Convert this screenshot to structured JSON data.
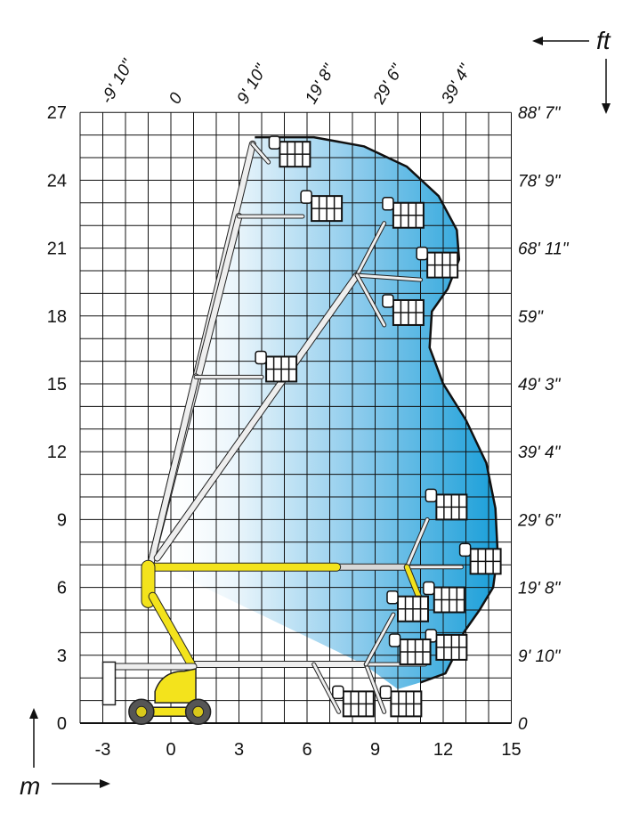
{
  "chart_data": {
    "type": "diagram",
    "title": "Working range",
    "x_unit_label": "m",
    "y_unit_label": "m",
    "ft_unit_label": "ft",
    "x_range_m": [
      -4,
      15
    ],
    "y_range_m": [
      0,
      27
    ],
    "grid": true,
    "x_ticks_m": [
      {
        "value": -3,
        "label": "-3"
      },
      {
        "value": 0,
        "label": "0"
      },
      {
        "value": 3,
        "label": "3"
      },
      {
        "value": 6,
        "label": "6"
      },
      {
        "value": 9,
        "label": "9"
      },
      {
        "value": 12,
        "label": "12"
      },
      {
        "value": 15,
        "label": "15"
      }
    ],
    "y_ticks_m": [
      {
        "value": 0,
        "label": "0"
      },
      {
        "value": 3,
        "label": "3"
      },
      {
        "value": 6,
        "label": "6"
      },
      {
        "value": 9,
        "label": "9"
      },
      {
        "value": 12,
        "label": "12"
      },
      {
        "value": 15,
        "label": "15"
      },
      {
        "value": 18,
        "label": "18"
      },
      {
        "value": 21,
        "label": "21"
      },
      {
        "value": 24,
        "label": "24"
      },
      {
        "value": 27,
        "label": "27"
      }
    ],
    "x_ticks_ft": [
      {
        "value": -3,
        "label": "-9' 10\""
      },
      {
        "value": 0,
        "label": "0"
      },
      {
        "value": 3,
        "label": "9' 10\""
      },
      {
        "value": 6,
        "label": "19' 8\""
      },
      {
        "value": 9,
        "label": "29' 6\""
      },
      {
        "value": 12,
        "label": "39' 4\""
      }
    ],
    "y_ticks_ft": [
      {
        "value": 0,
        "label": "0"
      },
      {
        "value": 3,
        "label": "9' 10\""
      },
      {
        "value": 6,
        "label": "19' 8\""
      },
      {
        "value": 9,
        "label": "29' 6\""
      },
      {
        "value": 12,
        "label": "39' 4\""
      },
      {
        "value": 15,
        "label": "49' 3\""
      },
      {
        "value": 18,
        "label": "59\""
      },
      {
        "value": 21,
        "label": "68' 11\""
      },
      {
        "value": 24,
        "label": "78' 9\""
      },
      {
        "value": 27,
        "label": "88' 7\""
      }
    ],
    "working_envelope_m": [
      [
        3.7,
        25.9
      ],
      [
        6.3,
        25.9
      ],
      [
        8.5,
        25.5
      ],
      [
        10.4,
        24.6
      ],
      [
        11.8,
        23.3
      ],
      [
        12.6,
        21.8
      ],
      [
        12.7,
        20.5
      ],
      [
        12.2,
        19.2
      ],
      [
        11.5,
        18.2
      ],
      [
        11.4,
        16.6
      ],
      [
        12,
        15
      ],
      [
        13,
        13.4
      ],
      [
        13.9,
        11.5
      ],
      [
        14.3,
        9.5
      ],
      [
        14.4,
        7.5
      ],
      [
        14.2,
        6
      ],
      [
        13.6,
        5
      ],
      [
        12.9,
        4
      ],
      [
        12.5,
        3
      ],
      [
        12.1,
        2.2
      ],
      [
        11,
        1.8
      ]
    ],
    "colors": {
      "envelope": "#1a9fd9",
      "machine": "#f3e31c",
      "grid": "#111111"
    }
  }
}
